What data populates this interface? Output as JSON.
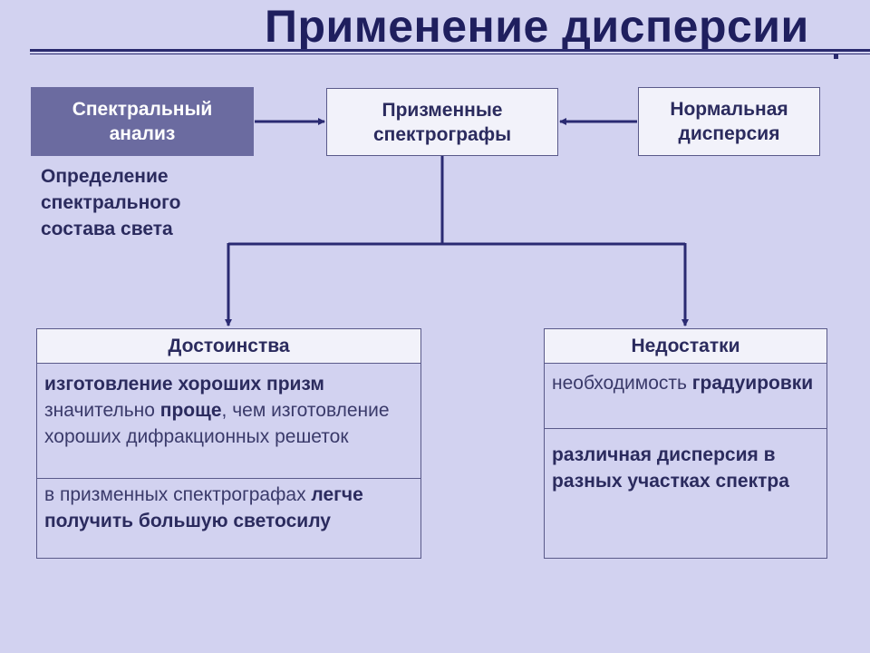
{
  "title": "Применение дисперсии",
  "boxes": {
    "spectral_analysis": [
      "Спектральный",
      "анализ"
    ],
    "prism_spectrographs": [
      "Призменные",
      "спектрографы"
    ],
    "normal_dispersion": [
      "Нормальная",
      "дисперсия"
    ]
  },
  "description": [
    "Определение",
    "спектрального",
    "состава света"
  ],
  "advantages": {
    "header": "Достоинства",
    "item1": {
      "b1": "изготовление хороших призм",
      "t1": " значительно ",
      "b2": "проще",
      "t2": ", чем изготовление хороших дифракционных решеток"
    },
    "item2": {
      "t1": "в призменных спектрографах ",
      "b1": "легче получить большую светосилу"
    }
  },
  "disadvantages": {
    "header": "Недостатки",
    "item1": {
      "t1": "необходимость ",
      "b1": "градуировки"
    },
    "item2": {
      "b1": "различная дисперсия в разных участках спектра"
    }
  },
  "colors": {
    "background": "#d2d2f0",
    "title": "#1f1f5e",
    "dark_box": "#6b6ba0",
    "light_box": "#f2f2fa",
    "connector": "#2a2a72"
  }
}
